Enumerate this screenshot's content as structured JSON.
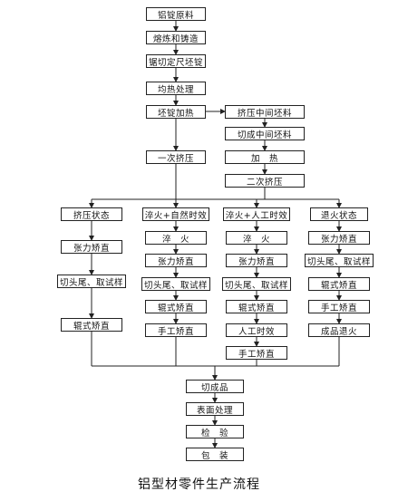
{
  "title": "铝型材零件生产流程",
  "steps": {
    "s1": "铝锭原料",
    "s2": "熔炼和铸造",
    "s3": "锯切定尺坯锭",
    "s4": "均热处理",
    "s5": "坯锭加热",
    "s6": "挤压中间坯料",
    "s7": "切成中间坯料",
    "s8": "加　热",
    "s9": "二次挤压",
    "s10": "一次挤压",
    "c1_1": "挤压状态",
    "c1_2": "张力矫直",
    "c1_3": "切头尾、取试样",
    "c1_4": "辊式矫直",
    "c2_1": "淬火+自然时效",
    "c2_2": "淬　火",
    "c2_3": "张力矫直",
    "c2_4": "切头尾、取试样",
    "c2_5": "辊式矫直",
    "c2_6": "手工矫直",
    "c3_1": "淬火+人工时效",
    "c3_2": "淬　火",
    "c3_3": "张力矫直",
    "c3_4": "切头尾、取试样",
    "c3_5": "辊式矫直",
    "c3_6": "人工时效",
    "c3_7": "手工矫直",
    "c4_1": "退火状态",
    "c4_2": "张力矫直",
    "c4_3": "切头尾、取试样",
    "c4_4": "辊式矫直",
    "c4_5": "手工矫直",
    "c4_6": "成品退火",
    "f1": "切成品",
    "f2": "表面处理",
    "f3": "检　验",
    "f4": "包　装"
  }
}
